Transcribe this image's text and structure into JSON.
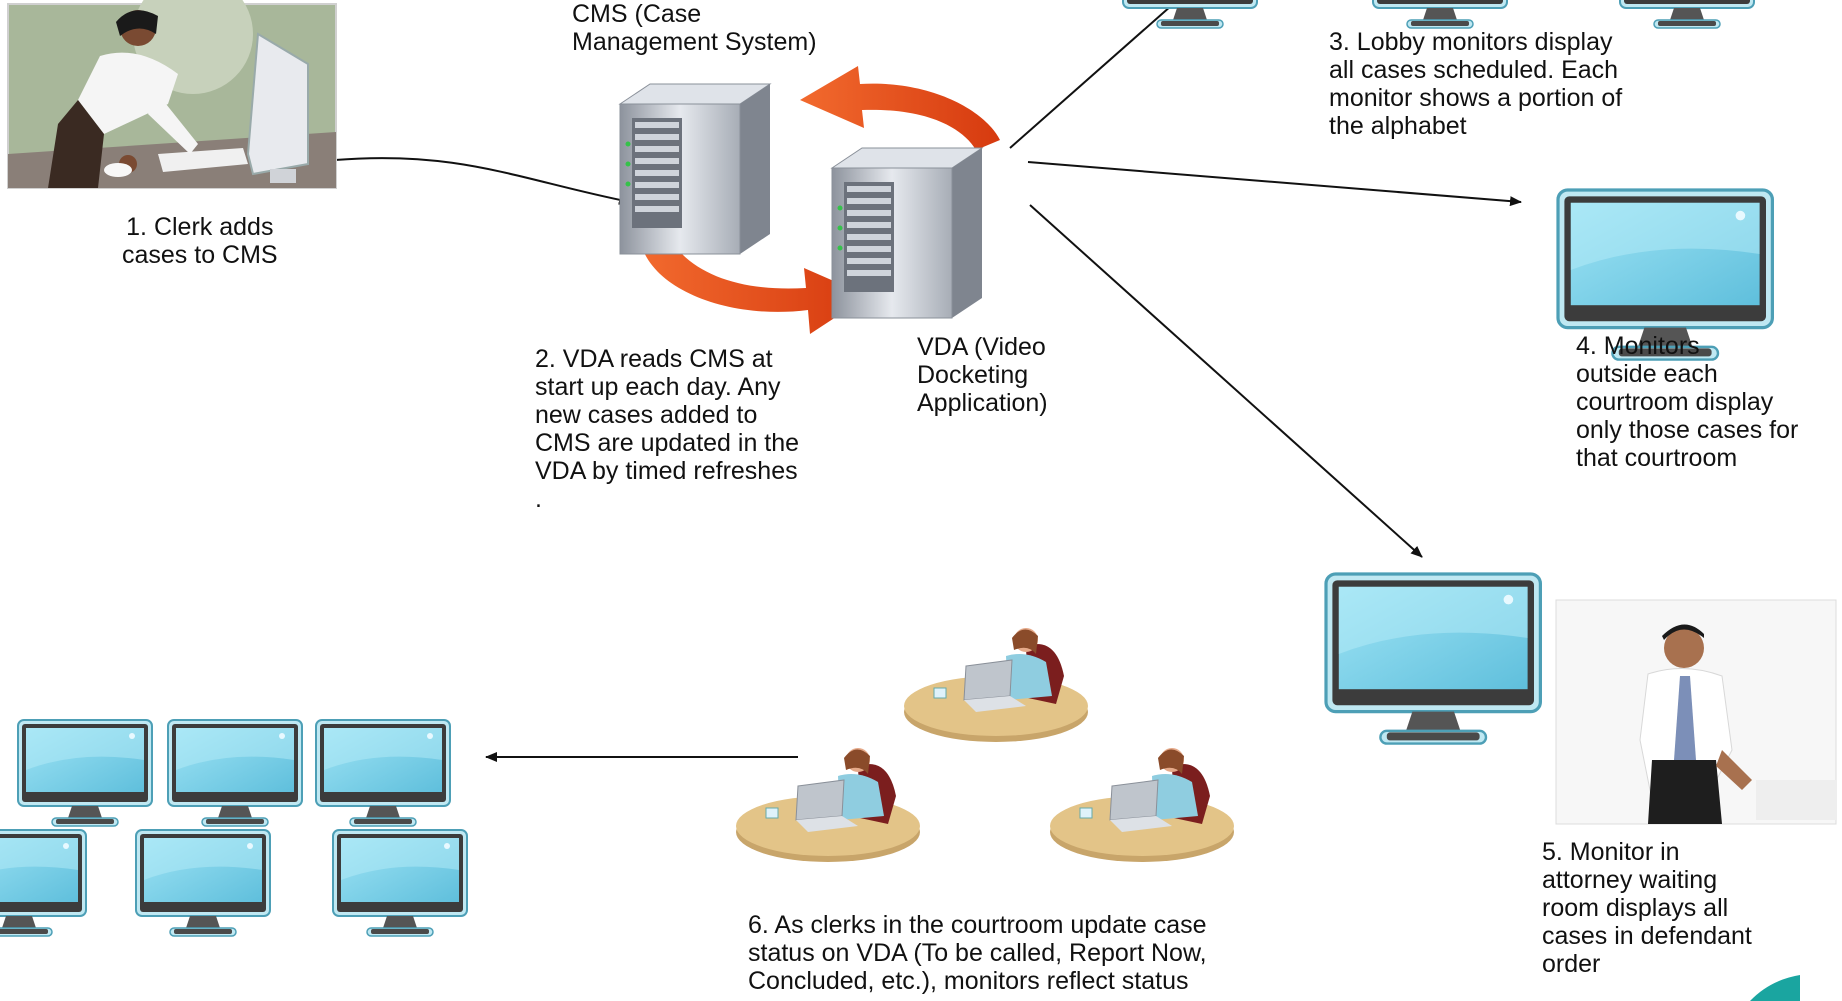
{
  "labels": {
    "cms": "CMS (Case\nManagement System)",
    "vda": "VDA (Video\nDocketing\nApplication)",
    "step1": "1.  Clerk adds\ncases to CMS",
    "step2": "2.  VDA reads CMS at\nstart up each day.  Any\nnew cases added to\nCMS are updated in the\nVDA by timed refreshes\n.",
    "step3": "3.        Lobby monitors display\nall cases scheduled.  Each\nmonitor shows a portion of\nthe alphabet",
    "step4": "4.        Monitors\noutside each\ncourtroom display\nonly those cases for\nthat courtroom",
    "step5": "5.        Monitor in\nattorney waiting\nroom displays  all\ncases in defendant\norder",
    "step6": "6.        As clerks in the courtroom update case\nstatus on VDA (To be called,  Report Now,\nConcluded,  etc.), monitors reflect status"
  },
  "icons": {
    "clerk_photo": "clerk-at-computer-illustration",
    "server": "server-tower-icon",
    "sync": "orange-sync-arrows",
    "monitor": "lcd-monitor-icon",
    "attorney": "attorney-photo",
    "courtroom_clerk": "clerk-at-desk-illustration"
  },
  "colors": {
    "arrow": "#111111",
    "sync_arrow": "#e8501a",
    "screen": "#7fd3ea",
    "bezel": "#3c3c3c",
    "server_body": "#c9ced6"
  }
}
